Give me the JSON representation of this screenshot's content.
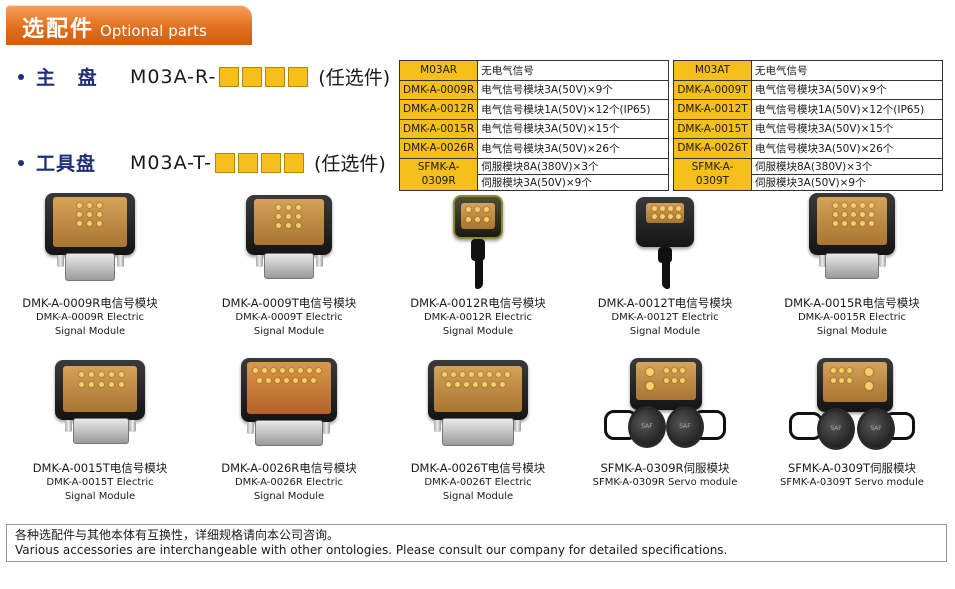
{
  "header": {
    "title_cn": "选配件",
    "title_en": "Optional parts"
  },
  "parts": [
    {
      "label": "主 盘",
      "model": "M03A-R-",
      "option": "(任选件)"
    },
    {
      "label": "工具盘",
      "model": "M03A-T-",
      "option": "(任选件)"
    }
  ],
  "tables": [
    {
      "rows": [
        {
          "code": "M03AR",
          "desc": [
            "无电气信号"
          ]
        },
        {
          "code": "DMK-A-0009R",
          "desc": [
            "电气信号模块3A(50V)×9个"
          ]
        },
        {
          "code": "DMK-A-0012R",
          "desc": [
            "电气信号模块1A(50V)×12个(IP65)"
          ]
        },
        {
          "code": "DMK-A-0015R",
          "desc": [
            "电气信号模块3A(50V)×15个"
          ]
        },
        {
          "code": "DMK-A-0026R",
          "desc": [
            "电气信号模块3A(50V)×26个"
          ]
        },
        {
          "code": "SFMK-A-0309R",
          "desc": [
            "伺服模块8A(380V)×3个",
            "伺服模块3A(50V)×9个"
          ]
        }
      ]
    },
    {
      "rows": [
        {
          "code": "M03AT",
          "desc": [
            "无电气信号"
          ]
        },
        {
          "code": "DMK-A-0009T",
          "desc": [
            "电气信号模块3A(50V)×9个"
          ]
        },
        {
          "code": "DMK-A-0012T",
          "desc": [
            "电气信号模块1A(50V)×12个(IP65)"
          ]
        },
        {
          "code": "DMK-A-0015T",
          "desc": [
            "电气信号模块3A(50V)×15个"
          ]
        },
        {
          "code": "DMK-A-0026T",
          "desc": [
            "电气信号模块3A(50V)×26个"
          ]
        },
        {
          "code": "SFMK-A-0309T",
          "desc": [
            "伺服模块8A(380V)×3个",
            "伺服模块3A(50V)×9个"
          ]
        }
      ]
    }
  ],
  "products": [
    {
      "cn": "DMK-A-0009R电信号模块",
      "en1": "DMK-A-0009R Electric",
      "en2": "Signal Module"
    },
    {
      "cn": "DMK-A-0009T电信号模块",
      "en1": "DMK-A-0009T Electric",
      "en2": "Signal Module"
    },
    {
      "cn": "DMK-A-0012R电信号模块",
      "en1": "DMK-A-0012R Electric",
      "en2": "Signal Module"
    },
    {
      "cn": "DMK-A-0012T电信号模块",
      "en1": "DMK-A-0012T Electric",
      "en2": "Signal Module"
    },
    {
      "cn": "DMK-A-0015R电信号模块",
      "en1": "DMK-A-0015R Electric",
      "en2": "Signal Module"
    },
    {
      "cn": "DMK-A-0015T电信号模块",
      "en1": "DMK-A-0015T Electric",
      "en2": "Signal Module"
    },
    {
      "cn": "DMK-A-0026R电信号模块",
      "en1": "DMK-A-0026R Electric",
      "en2": "Signal Module"
    },
    {
      "cn": "DMK-A-0026T电信号模块",
      "en1": "DMK-A-0026T Electric",
      "en2": "Signal Module"
    },
    {
      "cn": "SFMK-A-0309R伺服模块",
      "en1": "SFMK-A-0309R Servo module",
      "en2": ""
    },
    {
      "cn": "SFMK-A-0309T伺服模块",
      "en1": "SFMK-A-0309T Servo module",
      "en2": ""
    }
  ],
  "note": {
    "cn": "各种选配件与其他本体有互换性，详细规格请向本公司咨询。",
    "en": "Various accessories are interchangeable with other ontologies. Please consult our company for detailed specifications."
  },
  "colors": {
    "accent": "#e2701f",
    "code_cell": "#f6bf1a",
    "label_blue": "#1e2e78"
  }
}
